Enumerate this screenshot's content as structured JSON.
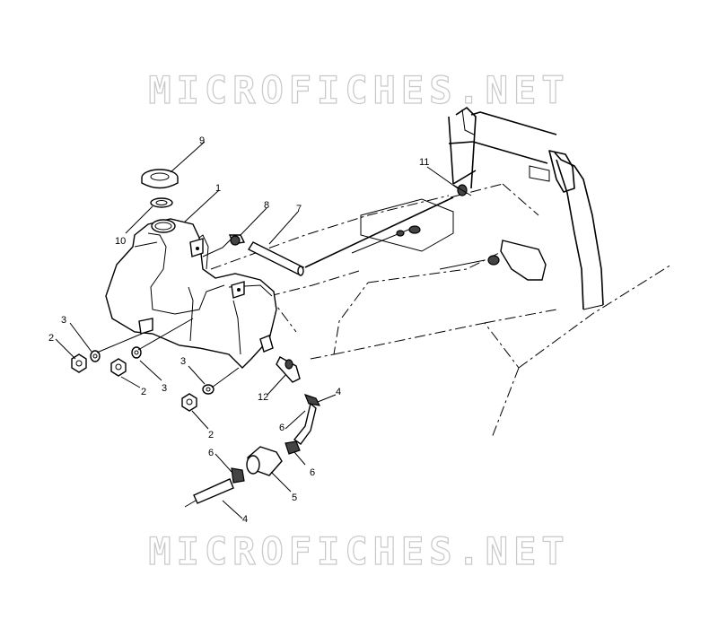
{
  "watermark": {
    "text": "MICROFICHES.NET"
  },
  "callouts": {
    "c1": "1",
    "c2a": "2",
    "c2b": "2",
    "c2c": "2",
    "c3a": "3",
    "c3b": "3",
    "c3c": "3",
    "c4a": "4",
    "c4b": "4",
    "c5": "5",
    "c6a": "6",
    "c6b": "6",
    "c6c": "6",
    "c7": "7",
    "c8": "8",
    "c9": "9",
    "c10": "10",
    "c11": "11",
    "c12": "12"
  }
}
